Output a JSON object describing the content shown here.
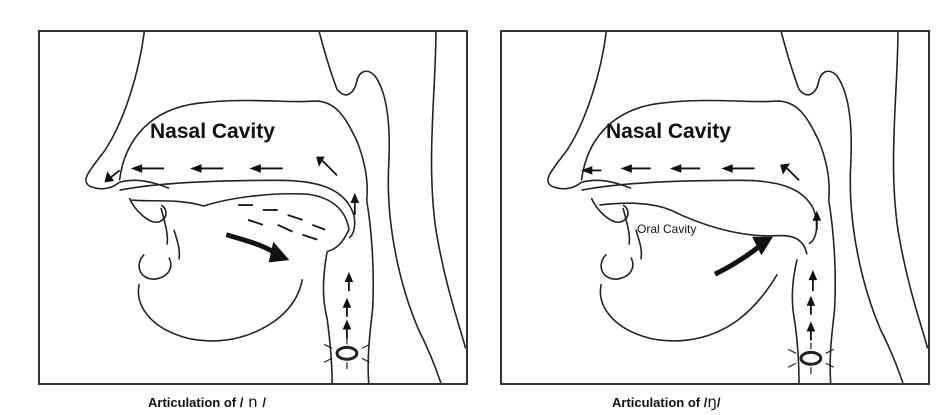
{
  "left": {
    "nasal_label": "Nasal Cavity",
    "caption_prefix": "Articulation  of  /",
    "phoneme": " n ",
    "caption_suffix": "/"
  },
  "right": {
    "nasal_label": "Nasal Cavity",
    "oral_label": "Oral Cavity",
    "caption_prefix": "Articulation of /",
    "phoneme": "ŋ",
    "caption_suffix": "/"
  }
}
